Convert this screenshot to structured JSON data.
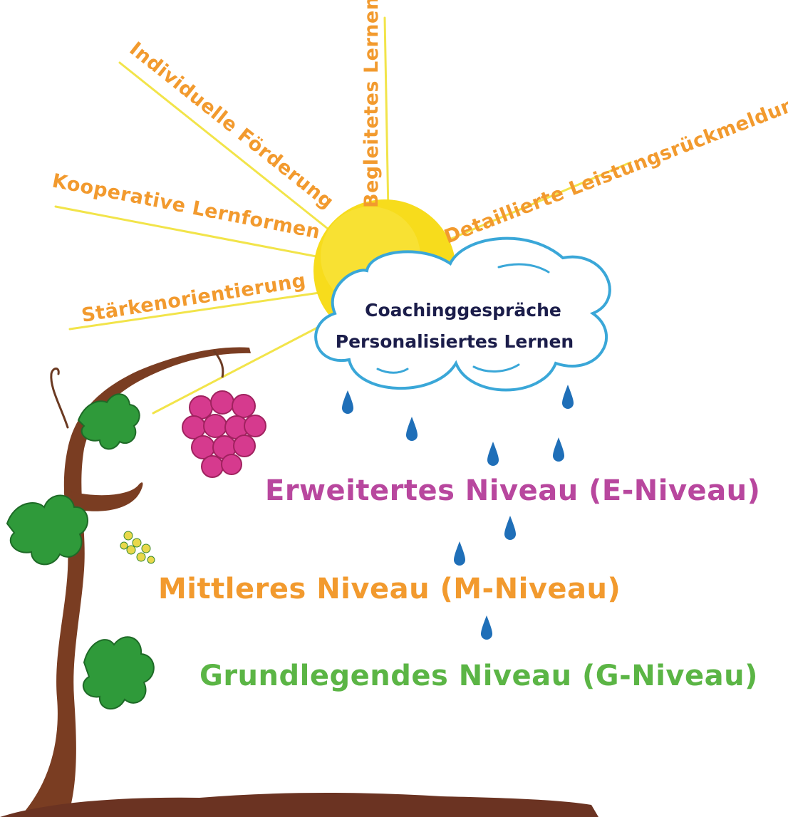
{
  "rays": [
    {
      "id": "individuell",
      "text": "Individuelle Förderung"
    },
    {
      "id": "begleitet",
      "text": "Begleitetes Lernen"
    },
    {
      "id": "leistung",
      "text": "Detaillierte Leistungsrückmeldung"
    },
    {
      "id": "kooperativ",
      "text": "Kooperative Lernformen"
    },
    {
      "id": "staerke",
      "text": "Stärkenorientierung"
    }
  ],
  "cloud": {
    "line1": "Coachinggespräche",
    "line2": "Personalisiertes Lernen"
  },
  "levels": {
    "e": "Erweitertes Niveau (E-Niveau)",
    "m": "Mittleres Niveau (M-Niveau)",
    "g": "Grundlegendes Niveau (G-Niveau)"
  },
  "colors": {
    "ray_text": "#f29a2e",
    "ray_line": "#f2e44a",
    "sun": "#f7dc1c",
    "cloud_outline": "#3aa7d8",
    "cloud_text": "#1b1d4a",
    "drop": "#1f6fb8",
    "level_e": "#b8479e",
    "level_m": "#f29a2e",
    "level_g": "#5bb545",
    "trunk": "#7a3d22",
    "leaf": "#2f9a3a",
    "grapes": "#d63a8e",
    "soil": "#6b3322"
  }
}
